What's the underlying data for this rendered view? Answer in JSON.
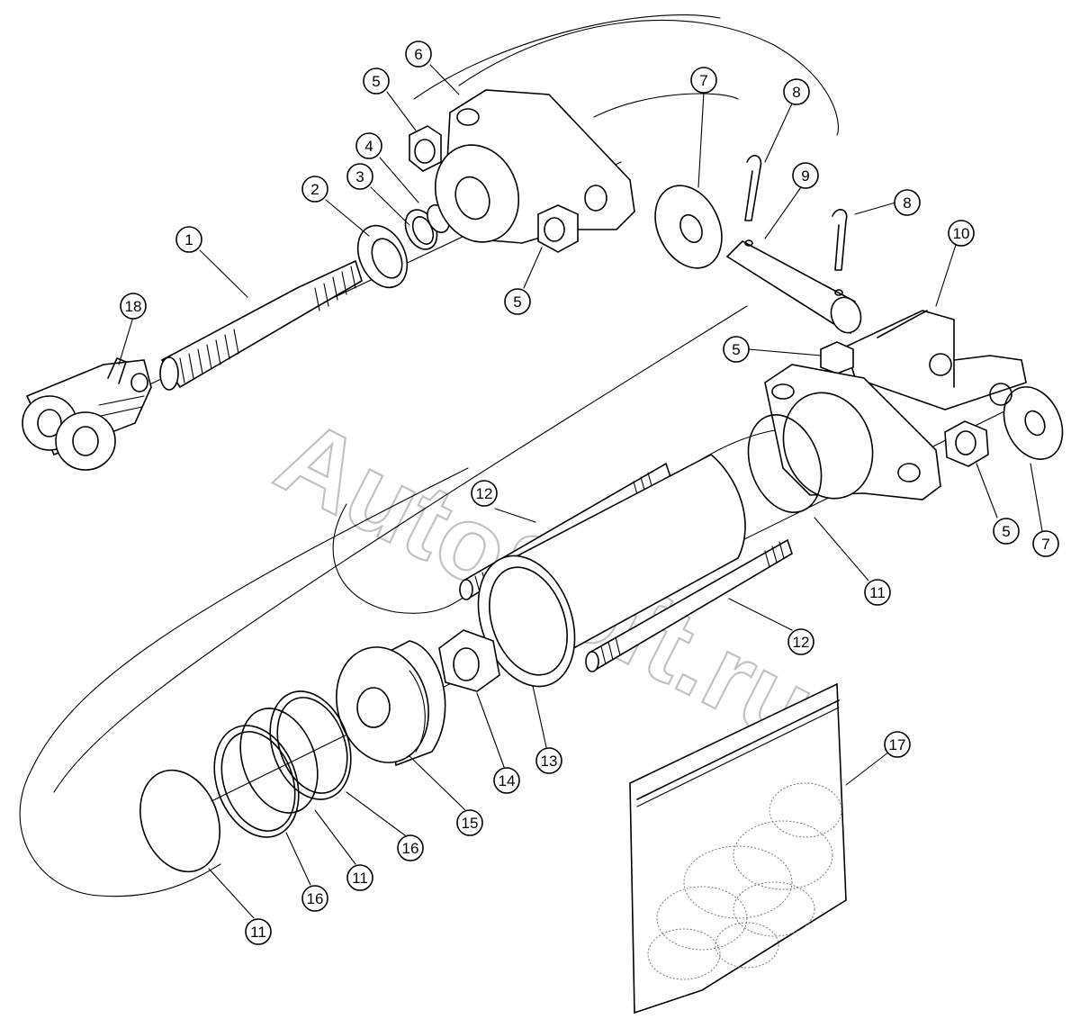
{
  "watermark": "AutoSoft.ru",
  "callouts": [
    {
      "id": "c-18",
      "label": "18"
    },
    {
      "id": "c-1",
      "label": "1"
    },
    {
      "id": "c-2",
      "label": "2"
    },
    {
      "id": "c-3",
      "label": "3"
    },
    {
      "id": "c-4",
      "label": "4"
    },
    {
      "id": "c-5a",
      "label": "5"
    },
    {
      "id": "c-6",
      "label": "6"
    },
    {
      "id": "c-5b",
      "label": "5"
    },
    {
      "id": "c-7a",
      "label": "7"
    },
    {
      "id": "c-8a",
      "label": "8"
    },
    {
      "id": "c-9",
      "label": "9"
    },
    {
      "id": "c-8b",
      "label": "8"
    },
    {
      "id": "c-10",
      "label": "10"
    },
    {
      "id": "c-5c",
      "label": "5"
    },
    {
      "id": "c-12a",
      "label": "12"
    },
    {
      "id": "c-5d",
      "label": "5"
    },
    {
      "id": "c-7b",
      "label": "7"
    },
    {
      "id": "c-11a",
      "label": "11"
    },
    {
      "id": "c-12b",
      "label": "12"
    },
    {
      "id": "c-13",
      "label": "13"
    },
    {
      "id": "c-14",
      "label": "14"
    },
    {
      "id": "c-15",
      "label": "15"
    },
    {
      "id": "c-16a",
      "label": "16"
    },
    {
      "id": "c-11b",
      "label": "11"
    },
    {
      "id": "c-16b",
      "label": "16"
    },
    {
      "id": "c-11c",
      "label": "11"
    },
    {
      "id": "c-17",
      "label": "17"
    }
  ]
}
